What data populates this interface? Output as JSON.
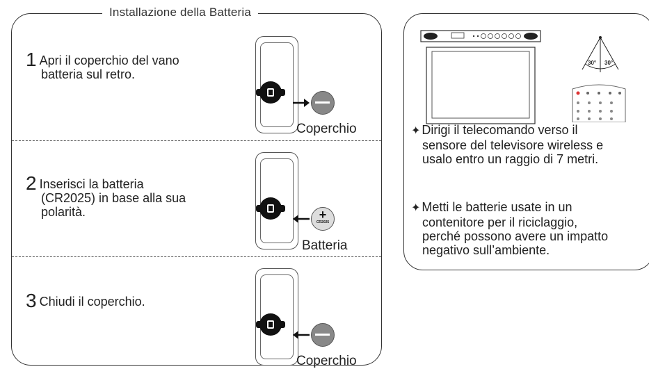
{
  "installation": {
    "title": "Installazione della Batteria",
    "steps": [
      {
        "number": "1",
        "line1": "Apri il coperchio del vano",
        "line2": "batteria sul retro.",
        "line3": "",
        "caption": "Coperchio"
      },
      {
        "number": "2",
        "line1": "Inserisci la batteria",
        "line2": "(CR2025) in base alla sua",
        "line3": "polarità.",
        "caption": "Batteria",
        "battery_code": "CR2025"
      },
      {
        "number": "3",
        "line1": "Chiudi il coperchio.",
        "line2": "",
        "line3": "",
        "caption": "Coperchio"
      }
    ]
  },
  "usage": {
    "angle_left": "30°",
    "angle_right": "30°",
    "notes": [
      {
        "line1": "Dirigi il telecomando verso il",
        "line2": "sensore del televisore wireless e",
        "line3": "usalo entro un raggio di 7 metri.",
        "line4": ""
      },
      {
        "line1": "Metti le batterie usate in un",
        "line2": "contenitore per il riciclaggio,",
        "line3": "perché possono avere un impatto",
        "line4": "negativo sull’ambiente."
      }
    ]
  }
}
